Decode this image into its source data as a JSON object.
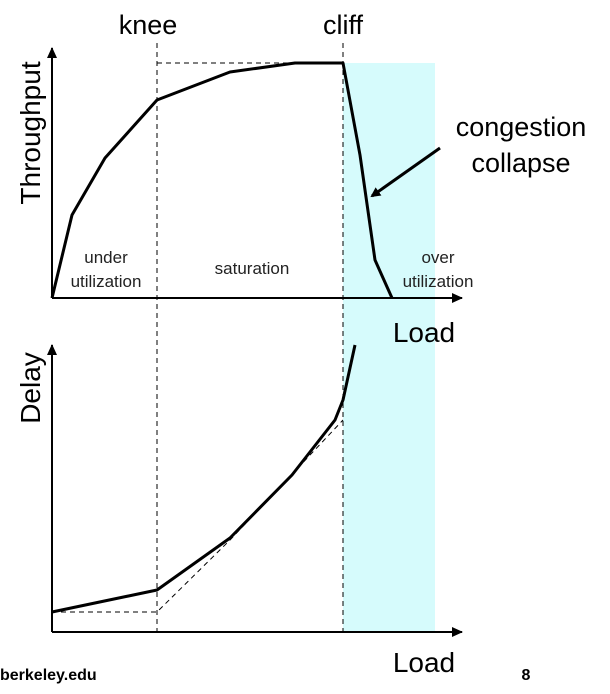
{
  "labels": {
    "knee": "knee",
    "cliff": "cliff",
    "throughput": "Throughput",
    "delay": "Delay",
    "load_top": "Load",
    "load_bottom": "Load",
    "congestion_line1": "congestion",
    "congestion_line2": "collapse",
    "under_line1": "under",
    "under_line2": "utilization",
    "saturation": "saturation",
    "over_line1": "over",
    "over_line2": "utilization"
  },
  "footer": {
    "source": "berkeley.edu",
    "page_number": "8"
  },
  "colors": {
    "overload_region": "#d6fbfc",
    "curve": "#000000",
    "guide_line": "#000000"
  }
}
